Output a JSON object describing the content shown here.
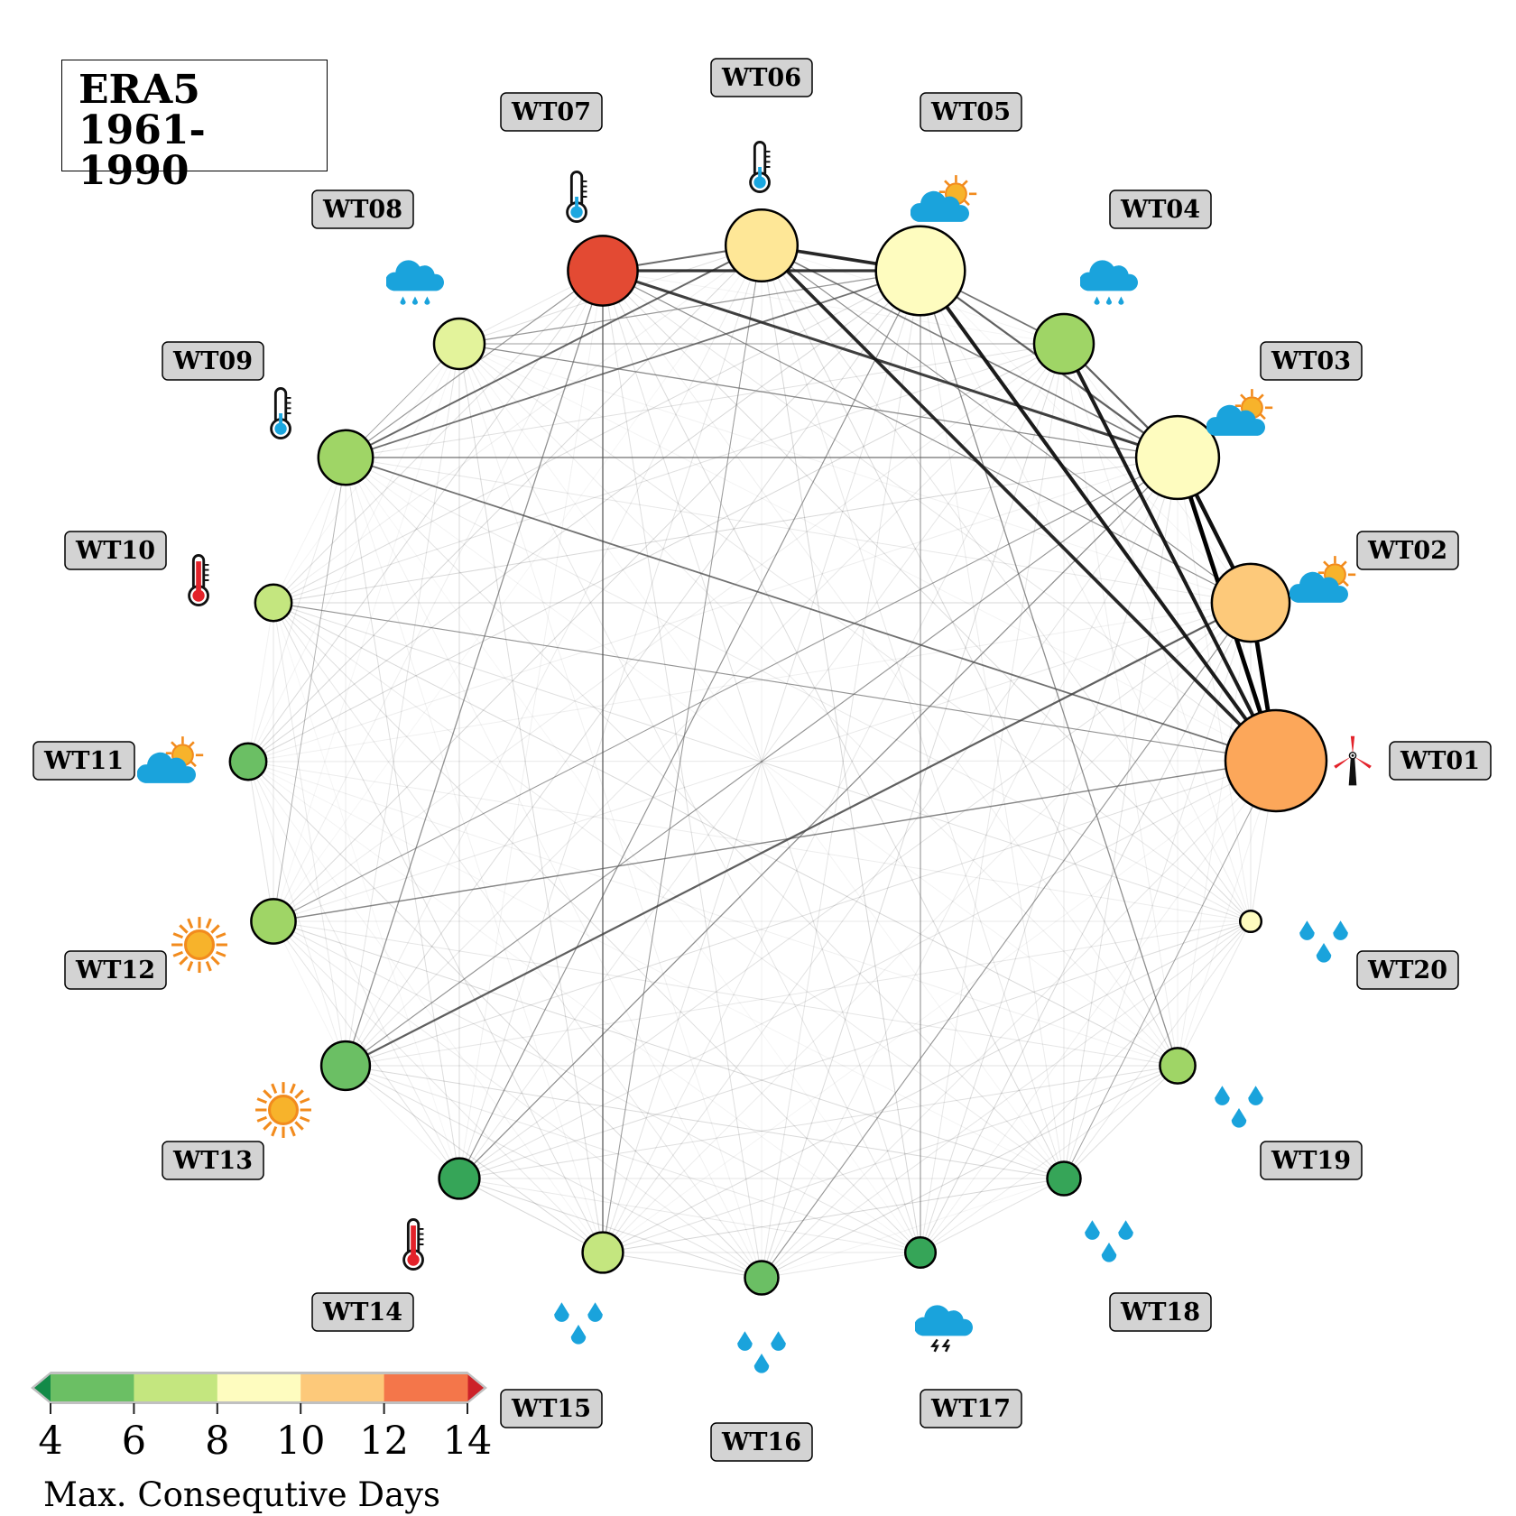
{
  "title": {
    "line1": "ERA5",
    "line2": "1961-1990"
  },
  "nodes": [
    {
      "id": "WT01",
      "color": "#fca75a",
      "size": 1.0,
      "icon": "wind-turbine-icon"
    },
    {
      "id": "WT02",
      "color": "#fdc97a",
      "size": 0.77,
      "icon": "cloud-sun-icon"
    },
    {
      "id": "WT03",
      "color": "#fefcbf",
      "size": 0.82,
      "icon": "cloud-sun-icon"
    },
    {
      "id": "WT04",
      "color": "#9fd566",
      "size": 0.59,
      "icon": "cloud-rain-icon"
    },
    {
      "id": "WT05",
      "color": "#fefcbf",
      "size": 0.88,
      "icon": "cloud-sun-icon"
    },
    {
      "id": "WT06",
      "color": "#fee797",
      "size": 0.71,
      "icon": "thermometer-cold-icon"
    },
    {
      "id": "WT07",
      "color": "#e34a33",
      "size": 0.69,
      "icon": "thermometer-cold-icon"
    },
    {
      "id": "WT08",
      "color": "#e3f39b",
      "size": 0.5,
      "icon": "cloud-rain-icon"
    },
    {
      "id": "WT09",
      "color": "#9fd566",
      "size": 0.54,
      "icon": "thermometer-cold-icon"
    },
    {
      "id": "WT10",
      "color": "#c4e67f",
      "size": 0.36,
      "icon": "thermometer-hot-icon"
    },
    {
      "id": "WT11",
      "color": "#6bbf64",
      "size": 0.36,
      "icon": "cloud-sun-icon"
    },
    {
      "id": "WT12",
      "color": "#9fd566",
      "size": 0.44,
      "icon": "sun-icon"
    },
    {
      "id": "WT13",
      "color": "#6bbf64",
      "size": 0.48,
      "icon": "sun-icon"
    },
    {
      "id": "WT14",
      "color": "#36a558",
      "size": 0.4,
      "icon": "thermometer-hot-icon"
    },
    {
      "id": "WT15",
      "color": "#c4e67f",
      "size": 0.4,
      "icon": "droplets-icon"
    },
    {
      "id": "WT16",
      "color": "#6bbf64",
      "size": 0.33,
      "icon": "droplets-icon"
    },
    {
      "id": "WT17",
      "color": "#36a558",
      "size": 0.3,
      "icon": "thunderstorm-icon"
    },
    {
      "id": "WT18",
      "color": "#36a558",
      "size": 0.33,
      "icon": "droplets-icon"
    },
    {
      "id": "WT19",
      "color": "#9fd566",
      "size": 0.35,
      "icon": "droplets-icon"
    },
    {
      "id": "WT20",
      "color": "#fefcbf",
      "size": 0.21,
      "icon": "droplets-icon"
    }
  ],
  "edges": [
    [
      "WT01",
      "WT02",
      1.0
    ],
    [
      "WT01",
      "WT03",
      1.0
    ],
    [
      "WT01",
      "WT04",
      0.9
    ],
    [
      "WT01",
      "WT05",
      0.9
    ],
    [
      "WT01",
      "WT06",
      0.85
    ],
    [
      "WT02",
      "WT03",
      0.95
    ],
    [
      "WT05",
      "WT06",
      0.85
    ],
    [
      "WT06",
      "WT07",
      0.55
    ],
    [
      "WT07",
      "WT05",
      0.8
    ],
    [
      "WT07",
      "WT03",
      0.75
    ],
    [
      "WT05",
      "WT03",
      0.6
    ],
    [
      "WT05",
      "WT04",
      0.5
    ],
    [
      "WT06",
      "WT03",
      0.45
    ],
    [
      "WT04",
      "WT03",
      0.6
    ],
    [
      "WT09",
      "WT06",
      0.55
    ],
    [
      "WT09",
      "WT05",
      0.5
    ],
    [
      "WT09",
      "WT03",
      0.4
    ],
    [
      "WT09",
      "WT01",
      0.5
    ],
    [
      "WT13",
      "WT02",
      0.6
    ],
    [
      "WT12",
      "WT01",
      0.4
    ],
    [
      "WT07",
      "WT15",
      0.45
    ],
    [
      "WT13",
      "WT07",
      0.35
    ],
    [
      "WT14",
      "WT03",
      0.35
    ],
    [
      "WT14",
      "WT05",
      0.3
    ],
    [
      "WT17",
      "WT05",
      0.3
    ],
    [
      "WT19",
      "WT05",
      0.35
    ],
    [
      "WT10",
      "WT01",
      0.3
    ],
    [
      "WT08",
      "WT03",
      0.35
    ],
    [
      "WT08",
      "WT05",
      0.3
    ],
    [
      "WT08",
      "WT04",
      0.25
    ],
    [
      "WT13",
      "WT03",
      0.3
    ],
    [
      "WT16",
      "WT02",
      0.3
    ],
    [
      "WT12",
      "WT03",
      0.25
    ],
    [
      "WT15",
      "WT06",
      0.25
    ],
    [
      "WT18",
      "WT01",
      0.2
    ],
    [
      "WT09",
      "WT07",
      0.3
    ],
    [
      "WT09",
      "WT08",
      0.2
    ],
    [
      "WT07",
      "WT02",
      0.3
    ],
    [
      "WT06",
      "WT02",
      0.3
    ],
    [
      "WT12",
      "WT09",
      0.15
    ]
  ],
  "colorbar": {
    "title": "Max. Consequtive Days",
    "ticks": [
      "4",
      "6",
      "8",
      "10",
      "12",
      "14"
    ],
    "bins": [
      "#6bbf64",
      "#c4e67f",
      "#fefcbf",
      "#fdc97a",
      "#f4764a"
    ],
    "under_color": "#138a48",
    "over_color": "#cc2229"
  }
}
